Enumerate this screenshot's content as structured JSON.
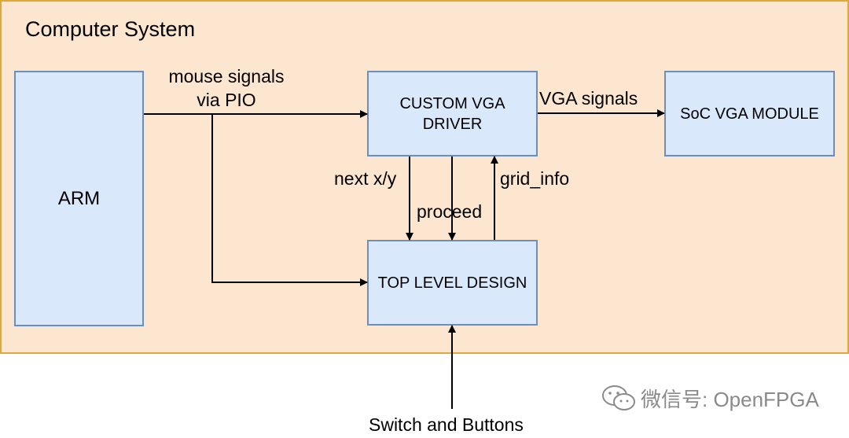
{
  "container": {
    "title": "Computer System"
  },
  "blocks": {
    "arm": "ARM",
    "vga_driver": "CUSTOM VGA\nDRIVER",
    "soc_vga": "SoC VGA MODULE",
    "top_level": "TOP LEVEL DESIGN"
  },
  "edges": {
    "mouse_signals": "mouse signals\nvia PIO",
    "vga_signals": "VGA signals",
    "next_xy": "next x/y",
    "proceed": "proceed",
    "grid_info": "grid_info",
    "switch_buttons": "Switch and Buttons"
  },
  "watermark": {
    "text": "微信号: OpenFPGA",
    "icon": "wechat-icon"
  },
  "colors": {
    "container_fill": "#fce6cf",
    "container_border": "#e0a73c",
    "block_fill": "#dae8fc",
    "block_border": "#6c8ebf"
  }
}
